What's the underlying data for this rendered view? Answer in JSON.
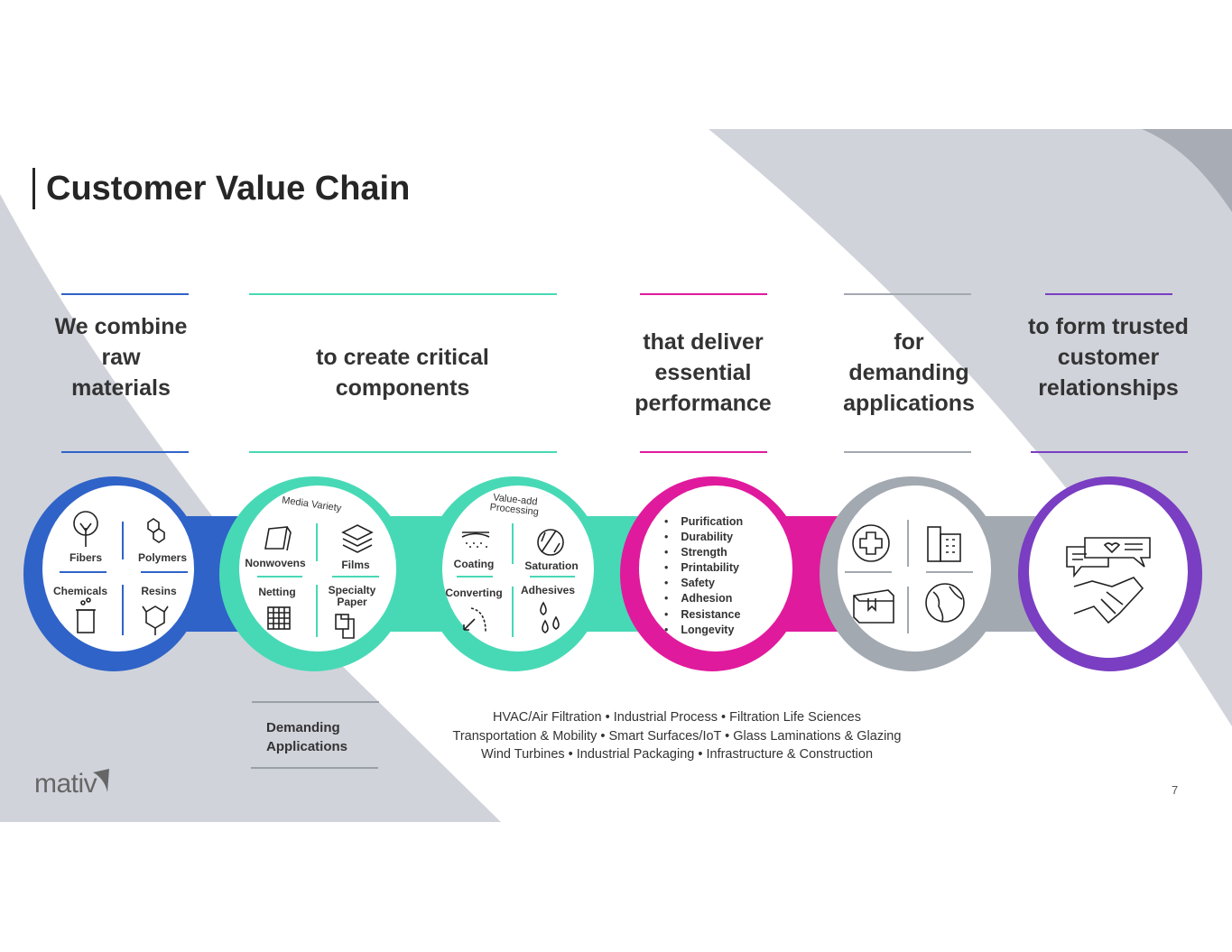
{
  "slide": {
    "title": "Customer Value Chain",
    "page_number": "7",
    "logo_text": "mativ"
  },
  "columns": [
    {
      "heading_lines": [
        "We combine",
        "raw",
        "materials"
      ],
      "color": "#2f63c8"
    },
    {
      "heading_lines": [
        "to create critical",
        "components"
      ],
      "color": "#47d9b5"
    },
    {
      "heading_lines": [
        "that deliver",
        "essential",
        "performance"
      ],
      "color": "#e01a9d"
    },
    {
      "heading_lines": [
        "for",
        "demanding",
        "applications"
      ],
      "color": "#a3a9b1"
    },
    {
      "heading_lines": [
        "to form trusted",
        "customer",
        "relationships"
      ],
      "color": "#7a3ec2"
    }
  ],
  "circles": {
    "raw_materials": {
      "items": [
        "Fibers",
        "Polymers",
        "Chemicals",
        "Resins"
      ]
    },
    "media_variety": {
      "arc_label": "Media Variety",
      "items": [
        "Nonwovens",
        "Films",
        "Netting",
        "Specialty Paper"
      ]
    },
    "value_add": {
      "arc_label_1": "Value-add",
      "arc_label_2": "Processing",
      "items": [
        "Coating",
        "Saturation",
        "Converting",
        "Adhesives"
      ]
    },
    "performance": {
      "items": [
        "Purification",
        "Durability",
        "Strength",
        "Printability",
        "Safety",
        "Adhesion",
        "Resistance",
        "Longevity"
      ]
    },
    "applications": {
      "icons": [
        "medical-cross-icon",
        "buildings-icon",
        "package-icon",
        "globe-icon"
      ]
    },
    "relationships": {
      "icons": [
        "chat-heart-icon",
        "handshake-icon"
      ]
    }
  },
  "demanding_applications": {
    "label_line1": "Demanding",
    "label_line2": "Applications",
    "lines": [
      "HVAC/Air Filtration • Industrial Process • Filtration Life Sciences",
      "Transportation & Mobility • Smart Surfaces/IoT • Glass Laminations & Glazing",
      "Wind Turbines • Industrial Packaging • Infrastructure & Construction"
    ]
  }
}
